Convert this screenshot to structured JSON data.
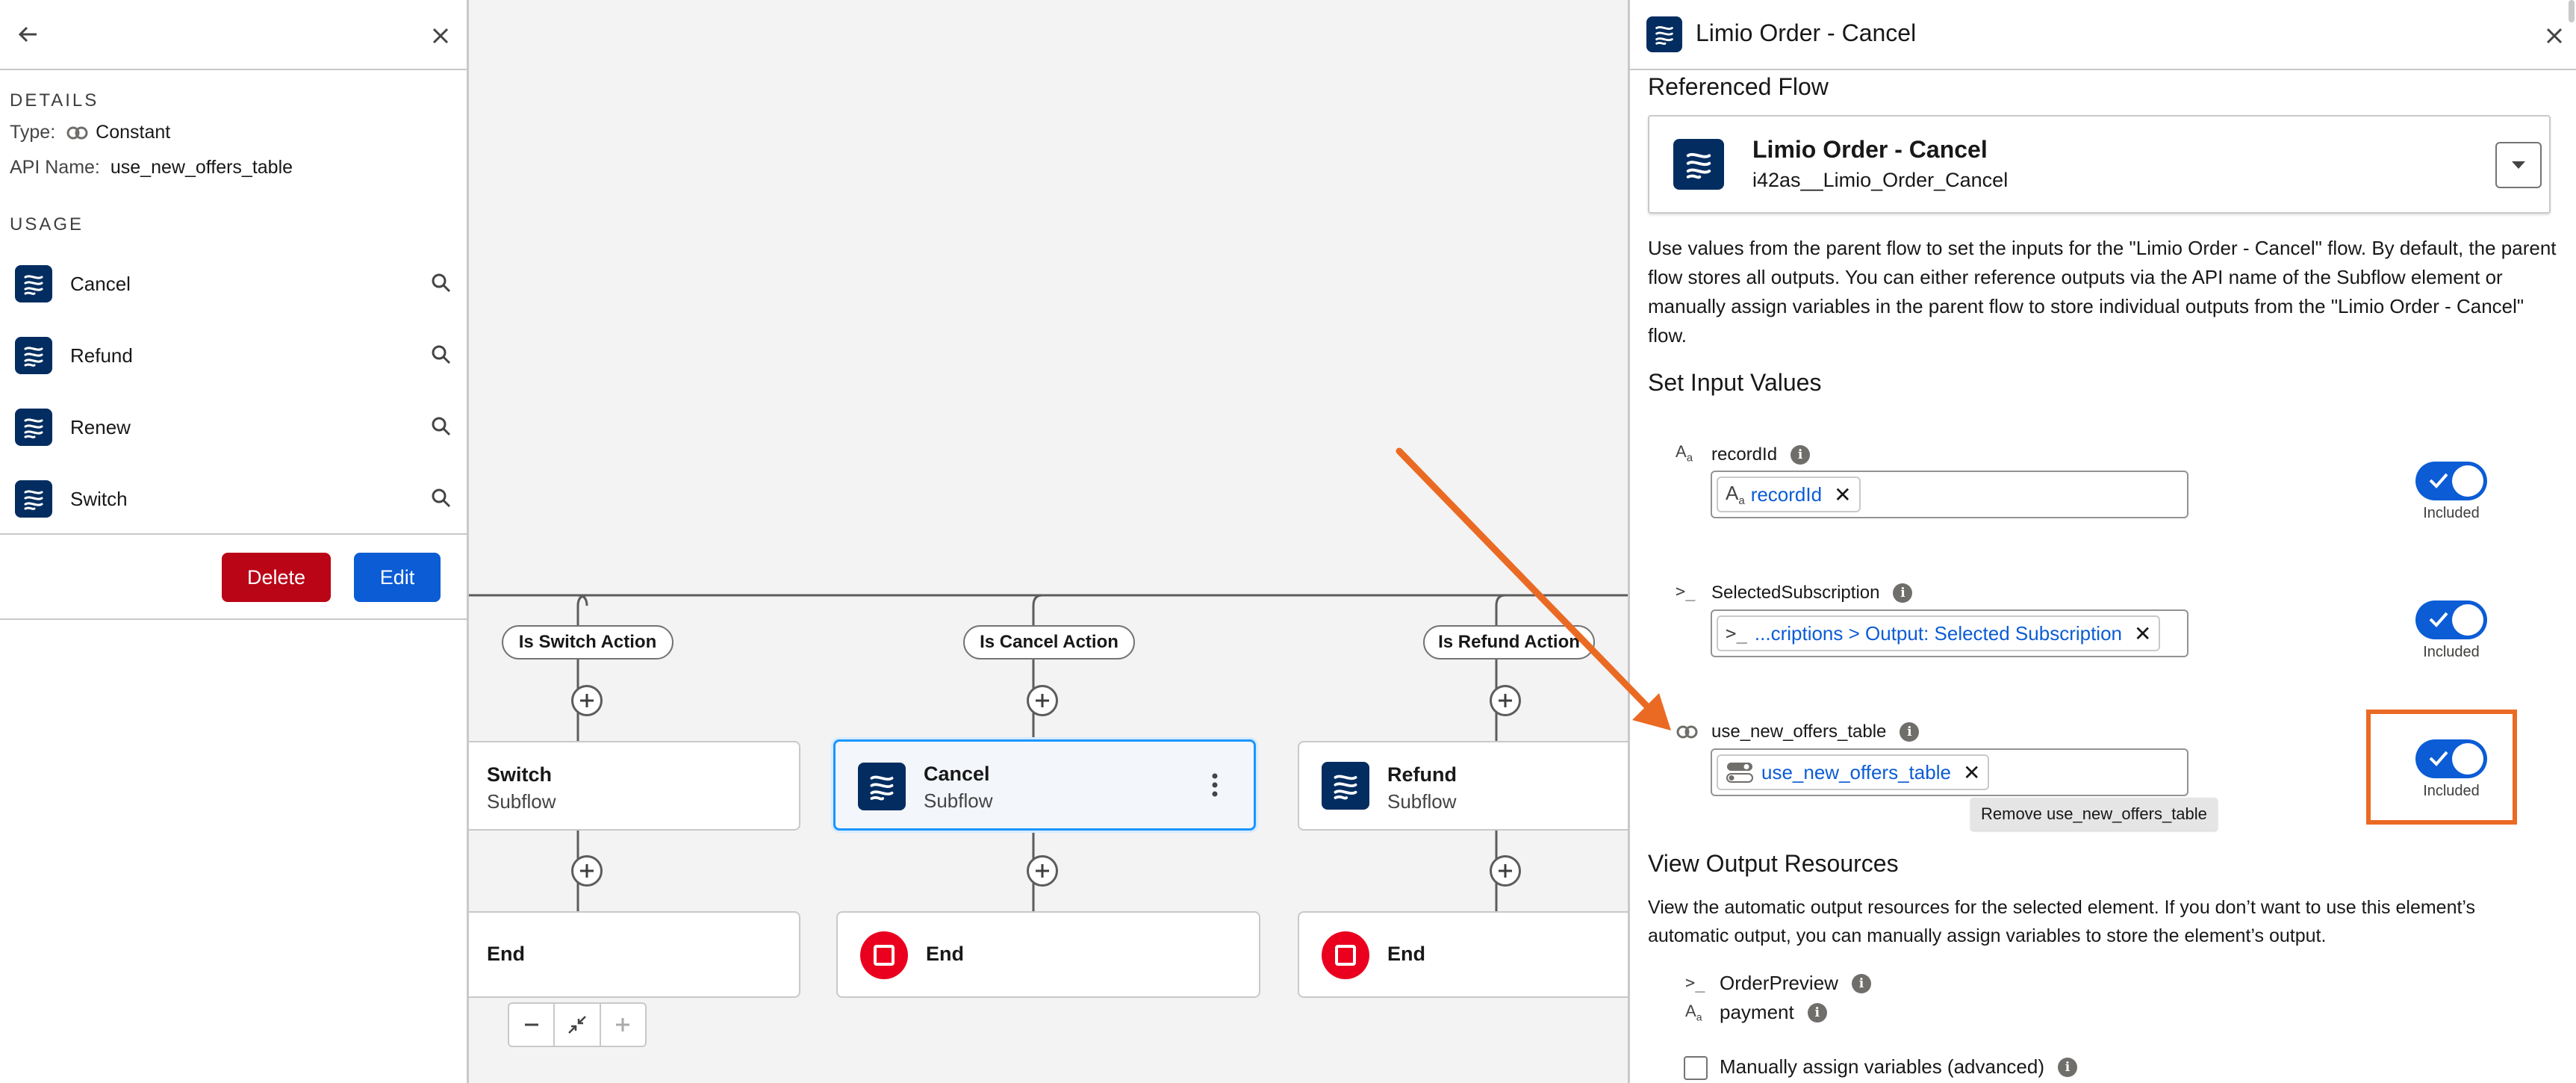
{
  "left_panel": {
    "details_heading": "DETAILS",
    "type_key": "Type:",
    "type_value": "Constant",
    "api_key": "API Name:",
    "api_value": "use_new_offers_table",
    "usage_heading": "USAGE",
    "usage_items": [
      {
        "label": "Cancel"
      },
      {
        "label": "Refund"
      },
      {
        "label": "Renew"
      },
      {
        "label": "Switch"
      }
    ],
    "delete_label": "Delete",
    "edit_label": "Edit"
  },
  "canvas": {
    "branches": [
      {
        "label": "Is Switch Action"
      },
      {
        "label": "Is Cancel Action"
      },
      {
        "label": "Is Refund Action"
      }
    ],
    "nodes": [
      {
        "title": "Switch",
        "subtitle": "Subflow"
      },
      {
        "title": "Cancel",
        "subtitle": "Subflow"
      },
      {
        "title": "Refund",
        "subtitle": "Subflow"
      }
    ],
    "end_label": "End"
  },
  "right_panel": {
    "title": "Limio Order - Cancel",
    "referenced_flow_heading": "Referenced Flow",
    "flow_name": "Limio Order - Cancel",
    "flow_api_name": "i42as__Limio_Order_Cancel",
    "description": "Use values from the parent flow to set the inputs for the \"Limio Order - Cancel\" flow. By default, the parent flow stores all outputs. You can either reference outputs via the API name of the Subflow element or manually assign variables in the parent flow to store individual outputs from the \"Limio Order - Cancel\" flow.",
    "set_input_heading": "Set Input Values",
    "inputs": [
      {
        "name": "recordId",
        "value": "recordId",
        "type_icon": "text-icon",
        "included": true
      },
      {
        "name": "SelectedSubscription",
        "value": "...criptions > Output: Selected Subscription",
        "type_icon": "formula-icon",
        "included": true
      },
      {
        "name": "use_new_offers_table",
        "value": "use_new_offers_table",
        "type_icon": "constant-icon",
        "included": true
      }
    ],
    "included_label": "Included",
    "tooltip": "Remove use_new_offers_table",
    "view_output_heading": "View Output Resources",
    "output_description": "View the automatic output resources for the selected element. If you don’t want to use this element’s automatic output, you can manually assign variables to store the element’s output.",
    "outputs": [
      {
        "name": "OrderPreview",
        "type_icon": "formula-icon"
      },
      {
        "name": "payment",
        "type_icon": "text-icon"
      }
    ],
    "manual_assign_label": "Manually assign variables (advanced)",
    "manual_assign_checked": false
  },
  "colors": {
    "accent": "#0b5cd5",
    "delete": "#ba0517",
    "subflow_icon": "#032d60",
    "end_icon": "#ea001e",
    "annotation": "#ea6a24"
  }
}
